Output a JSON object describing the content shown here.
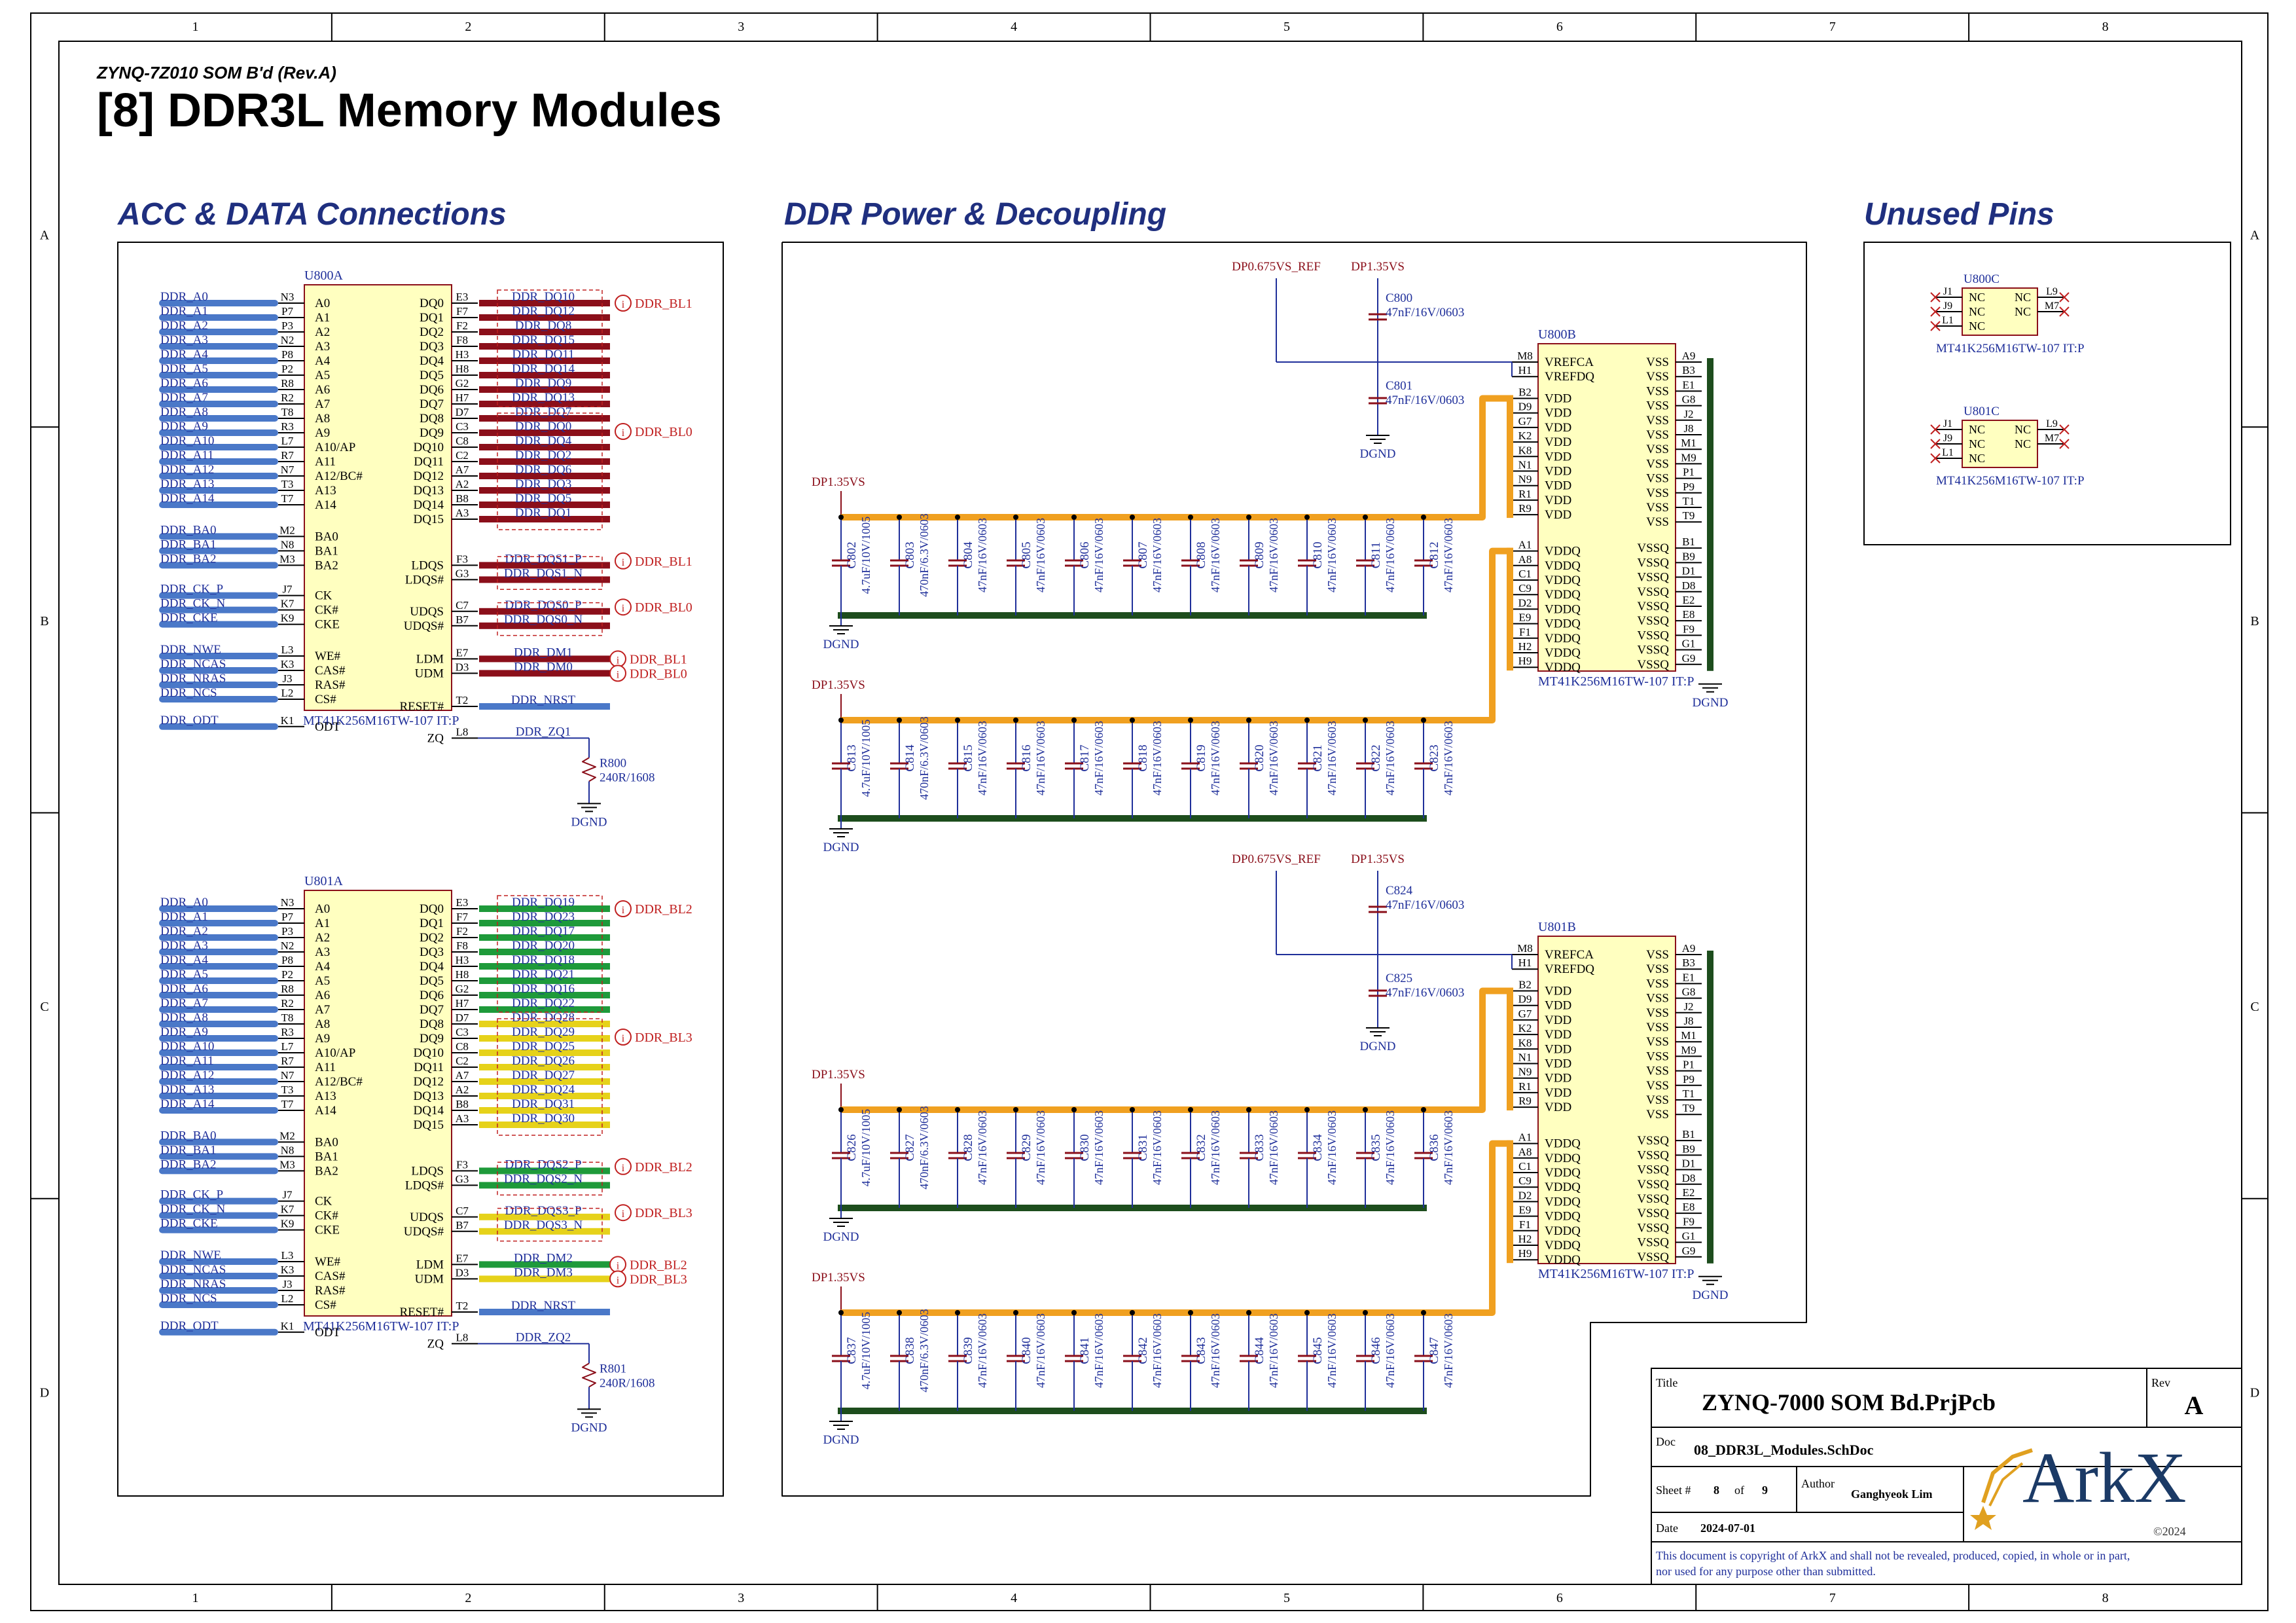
{
  "header": {
    "subtitle": "ZYNQ-7Z010 SOM  B'd (Rev.A)",
    "title": "[8] DDR3L Memory Modules"
  },
  "frame": {
    "cols": [
      "1",
      "2",
      "3",
      "4",
      "5",
      "6",
      "7",
      "8"
    ],
    "rows": [
      "A",
      "B",
      "C",
      "D"
    ]
  },
  "sections": {
    "acc": "ACC & DATA Connections",
    "power": "DDR Power & Decoupling",
    "unused": "Unused Pins"
  },
  "chips": {
    "u800a": {
      "ref": "U800A",
      "part": "MT41K256M16TW-107 IT:P"
    },
    "u801a": {
      "ref": "U801A",
      "part": "MT41K256M16TW-107 IT:P"
    },
    "u800b": {
      "ref": "U800B",
      "part": "MT41K256M16TW-107 IT:P"
    },
    "u801b": {
      "ref": "U801B",
      "part": "MT41K256M16TW-107 IT:P"
    },
    "u800c": {
      "ref": "U800C",
      "part": "MT41K256M16TW-107 IT:P"
    },
    "u801c": {
      "ref": "U801C",
      "part": "MT41K256M16TW-107 IT:P"
    }
  },
  "addr_pins": [
    {
      "net": "DDR_A0",
      "pin": "N3",
      "name": "A0"
    },
    {
      "net": "DDR_A1",
      "pin": "P7",
      "name": "A1"
    },
    {
      "net": "DDR_A2",
      "pin": "P3",
      "name": "A2"
    },
    {
      "net": "DDR_A3",
      "pin": "N2",
      "name": "A3"
    },
    {
      "net": "DDR_A4",
      "pin": "P8",
      "name": "A4"
    },
    {
      "net": "DDR_A5",
      "pin": "P2",
      "name": "A5"
    },
    {
      "net": "DDR_A6",
      "pin": "R8",
      "name": "A6"
    },
    {
      "net": "DDR_A7",
      "pin": "R2",
      "name": "A7"
    },
    {
      "net": "DDR_A8",
      "pin": "T8",
      "name": "A8"
    },
    {
      "net": "DDR_A9",
      "pin": "R3",
      "name": "A9"
    },
    {
      "net": "DDR_A10",
      "pin": "L7",
      "name": "A10/AP"
    },
    {
      "net": "DDR_A11",
      "pin": "R7",
      "name": "A11"
    },
    {
      "net": "DDR_A12",
      "pin": "N7",
      "name": "A12/BC#"
    },
    {
      "net": "DDR_A13",
      "pin": "T3",
      "name": "A13"
    },
    {
      "net": "DDR_A14",
      "pin": "T7",
      "name": "A14"
    }
  ],
  "ba_pins": [
    {
      "net": "DDR_BA0",
      "pin": "M2",
      "name": "BA0"
    },
    {
      "net": "DDR_BA1",
      "pin": "N8",
      "name": "BA1"
    },
    {
      "net": "DDR_BA2",
      "pin": "M3",
      "name": "BA2"
    }
  ],
  "ck_pins": [
    {
      "net": "DDR_CK_P",
      "pin": "J7",
      "name": "CK"
    },
    {
      "net": "DDR_CK_N",
      "pin": "K7",
      "name": "CK#"
    },
    {
      "net": "DDR_CKE",
      "pin": "K9",
      "name": "CKE"
    }
  ],
  "cmd_pins": [
    {
      "net": "DDR_NWE",
      "pin": "L3",
      "name": "WE#"
    },
    {
      "net": "DDR_NCAS",
      "pin": "K3",
      "name": "CAS#"
    },
    {
      "net": "DDR_NRAS",
      "pin": "J3",
      "name": "RAS#"
    },
    {
      "net": "DDR_NCS",
      "pin": "L2",
      "name": "CS#"
    }
  ],
  "odt_pin": {
    "net": "DDR_ODT",
    "pin": "K1",
    "name": "ODT"
  },
  "dq_names": [
    "DQ0",
    "DQ1",
    "DQ2",
    "DQ3",
    "DQ4",
    "DQ5",
    "DQ6",
    "DQ7",
    "DQ8",
    "DQ9",
    "DQ10",
    "DQ11",
    "DQ12",
    "DQ13",
    "DQ14",
    "DQ15"
  ],
  "dq_pins": [
    "E3",
    "F7",
    "F2",
    "F8",
    "H3",
    "H8",
    "G2",
    "H7",
    "D7",
    "C3",
    "C8",
    "C2",
    "A7",
    "A2",
    "B8",
    "A3"
  ],
  "u800a_dq_nets": [
    "DDR_DQ10",
    "DDR_DQ12",
    "DDR_DQ8",
    "DDR_DQ15",
    "DDR_DQ11",
    "DDR_DQ14",
    "DDR_DQ9",
    "DDR_DQ13",
    "DDR_DQ7",
    "DDR_DQ0",
    "DDR_DQ4",
    "DDR_DQ2",
    "DDR_DQ6",
    "DDR_DQ3",
    "DDR_DQ5",
    "DDR_DQ1"
  ],
  "u801a_dq_nets": [
    "DDR_DQ19",
    "DDR_DQ23",
    "DDR_DQ17",
    "DDR_DQ20",
    "DDR_DQ18",
    "DDR_DQ21",
    "DDR_DQ16",
    "DDR_DQ22",
    "DDR_DQ28",
    "DDR_DQ29",
    "DDR_DQ25",
    "DDR_DQ26",
    "DDR_DQ27",
    "DDR_DQ24",
    "DDR_DQ31",
    "DDR_DQ30"
  ],
  "dqs_names": [
    "LDQS",
    "LDQS#",
    "UDQS",
    "UDQS#",
    "LDM",
    "UDM",
    "RESET#",
    "ZQ"
  ],
  "dqs_pins": [
    "F3",
    "G3",
    "C7",
    "B7",
    "E7",
    "D3",
    "T2",
    "L8"
  ],
  "u800a_dqs_nets": [
    "DDR_DQS1_P",
    "DDR_DQS1_N",
    "DDR_DQS0_P",
    "DDR_DQS0_N",
    "DDR_DM1",
    "DDR_DM0",
    "DDR_NRST",
    "DDR_ZQ1"
  ],
  "u801a_dqs_nets": [
    "DDR_DQS2_P",
    "DDR_DQS2_N",
    "DDR_DQS3_P",
    "DDR_DQS3_N",
    "DDR_DM2",
    "DDR_DM3",
    "DDR_NRST",
    "DDR_ZQ2"
  ],
  "u800a_ports": [
    "DDR_BL1",
    "DDR_BL0",
    "DDR_BL1",
    "DDR_BL0",
    "DDR_BL1",
    "DDR_BL0"
  ],
  "u801a_ports": [
    "DDR_BL2",
    "DDR_BL3",
    "DDR_BL2",
    "DDR_BL3",
    "DDR_BL2",
    "DDR_BL3"
  ],
  "resistors": {
    "r800": {
      "ref": "R800",
      "value": "240R/1608"
    },
    "r801": {
      "ref": "R801",
      "value": "240R/1608"
    }
  },
  "nets": {
    "dgnd": "DGND",
    "vref": "DP0.675VS_REF",
    "vdd": "DP1.35VS"
  },
  "power_pins": {
    "vref_names": [
      "VREFCA",
      "VREFDQ"
    ],
    "vref_pins": [
      "M8",
      "H1"
    ],
    "vdd_pins": [
      "B2",
      "D9",
      "G7",
      "K2",
      "K8",
      "N1",
      "N9",
      "R1",
      "R9"
    ],
    "vdd_name": "VDD",
    "vddq_pins": [
      "A1",
      "A8",
      "C1",
      "C9",
      "D2",
      "E9",
      "F1",
      "H2",
      "H9"
    ],
    "vddq_name": "VDDQ",
    "vss_pins": [
      "A9",
      "B3",
      "E1",
      "G8",
      "J2",
      "J8",
      "M1",
      "M9",
      "P1",
      "P9",
      "T1",
      "T9"
    ],
    "vss_name": "VSS",
    "vssq_pins": [
      "B1",
      "B9",
      "D1",
      "D8",
      "E2",
      "E8",
      "F9",
      "G1",
      "G9"
    ],
    "vssq_name": "VSSQ"
  },
  "vref_caps": {
    "u800": [
      {
        "ref": "C800",
        "value": "47nF/16V/0603"
      },
      {
        "ref": "C801",
        "value": "47nF/16V/0603"
      }
    ],
    "u801": [
      {
        "ref": "C824",
        "value": "47nF/16V/0603"
      },
      {
        "ref": "C825",
        "value": "47nF/16V/0603"
      }
    ]
  },
  "cap_rows": [
    {
      "refs": [
        "C802",
        "C803",
        "C804",
        "C805",
        "C806",
        "C807",
        "C808",
        "C809",
        "C810",
        "C811",
        "C812"
      ],
      "values": [
        "4.7uF/10V/1005",
        "470nF/6.3V/0603",
        "47nF/16V/0603",
        "47nF/16V/0603",
        "47nF/16V/0603",
        "47nF/16V/0603",
        "47nF/16V/0603",
        "47nF/16V/0603",
        "47nF/16V/0603",
        "47nF/16V/0603",
        "47nF/16V/0603"
      ]
    },
    {
      "refs": [
        "C813",
        "C814",
        "C815",
        "C816",
        "C817",
        "C818",
        "C819",
        "C820",
        "C821",
        "C822",
        "C823"
      ],
      "values": [
        "4.7uF/10V/1005",
        "470nF/6.3V/0603",
        "47nF/16V/0603",
        "47nF/16V/0603",
        "47nF/16V/0603",
        "47nF/16V/0603",
        "47nF/16V/0603",
        "47nF/16V/0603",
        "47nF/16V/0603",
        "47nF/16V/0603",
        "47nF/16V/0603"
      ]
    },
    {
      "refs": [
        "C826",
        "C827",
        "C828",
        "C829",
        "C830",
        "C831",
        "C832",
        "C833",
        "C834",
        "C835",
        "C836"
      ],
      "values": [
        "4.7uF/10V/1005",
        "470nF/6.3V/0603",
        "47nF/16V/0603",
        "47nF/16V/0603",
        "47nF/16V/0603",
        "47nF/16V/0603",
        "47nF/16V/0603",
        "47nF/16V/0603",
        "47nF/16V/0603",
        "47nF/16V/0603",
        "47nF/16V/0603"
      ]
    },
    {
      "refs": [
        "C837",
        "C838",
        "C839",
        "C840",
        "C841",
        "C842",
        "C843",
        "C844",
        "C845",
        "C846",
        "C847"
      ],
      "values": [
        "4.7uF/10V/1005",
        "470nF/6.3V/0603",
        "47nF/16V/0603",
        "47nF/16V/0603",
        "47nF/16V/0603",
        "47nF/16V/0603",
        "47nF/16V/0603",
        "47nF/16V/0603",
        "47nF/16V/0603",
        "47nF/16V/0603",
        "47nF/16V/0603"
      ]
    }
  ],
  "unused": {
    "left_pins": [
      "J1",
      "J9",
      "L1"
    ],
    "right_pins": [
      "L9",
      "M7"
    ],
    "nc": "NC"
  },
  "title_block": {
    "title_label": "Title",
    "title": "ZYNQ-7000 SOM Bd.PrjPcb",
    "rev_label": "Rev",
    "rev": "A",
    "doc_label": "Doc",
    "doc": "08_DDR3L_Modules.SchDoc",
    "sheet_label": "Sheet #",
    "sheet": "8",
    "of_label": "of",
    "of": "9",
    "author_label": "Author",
    "author": "Ganghyeok Lim",
    "date_label": "Date",
    "date": "2024-07-01",
    "brand": "ArkX",
    "copyright": "©2024",
    "notice1": "This document is copyright of ArkX and shall not be revealed, produced, copied, in whole or in part,",
    "notice2": "nor used for any purpose other than submitted."
  },
  "colors": {
    "net": "#1f2f9a",
    "bus_blue": "#4a78c8",
    "bus_red": "#8b0f1a",
    "bus_green": "#1e9a3a",
    "bus_yellow": "#e6d21a",
    "chip": "#ffffc0",
    "power_orange": "#f0a020",
    "gnd_green": "#1d4d1d",
    "brand": "#1b3a66"
  }
}
